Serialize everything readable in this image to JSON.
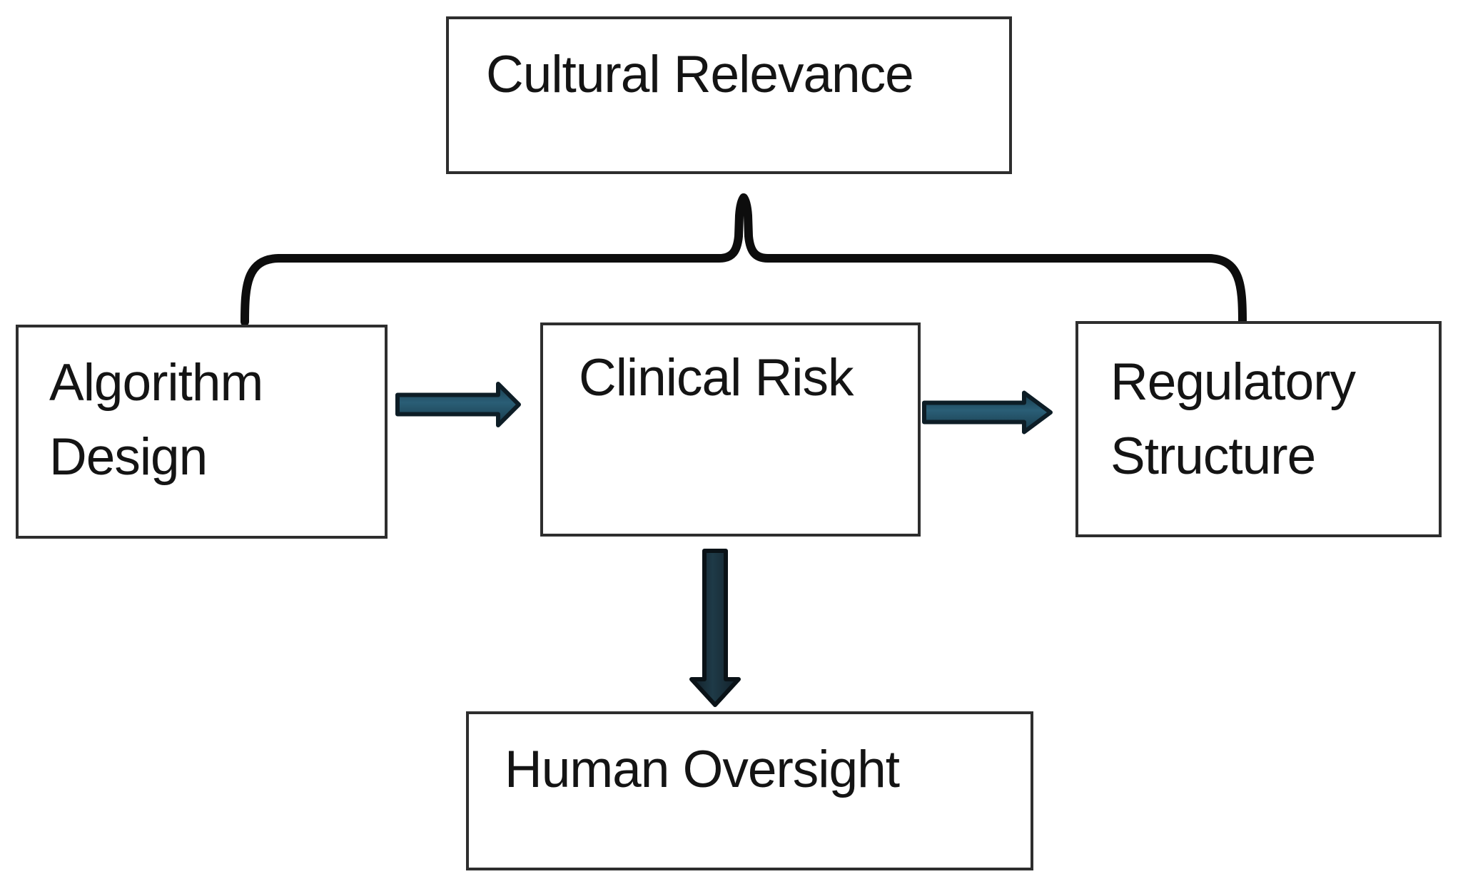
{
  "diagram": {
    "title": "Cultural Relevance governance flowchart",
    "nodes": {
      "cultural_relevance": {
        "label": "Cultural Relevance"
      },
      "algorithm_design": {
        "label": "Algorithm\nDesign"
      },
      "clinical_risk": {
        "label": "Clinical Risk"
      },
      "regulatory_structure": {
        "label": "Regulatory\nStructure"
      },
      "human_oversight": {
        "label": "Human Oversight"
      }
    },
    "connectors": [
      {
        "type": "curly_brace",
        "from": "cultural_relevance",
        "to": [
          "algorithm_design",
          "clinical_risk",
          "regulatory_structure"
        ]
      },
      {
        "type": "arrow",
        "from": "algorithm_design",
        "to": "clinical_risk",
        "direction": "right"
      },
      {
        "type": "arrow",
        "from": "clinical_risk",
        "to": "regulatory_structure",
        "direction": "right"
      },
      {
        "type": "arrow",
        "from": "clinical_risk",
        "to": "human_oversight",
        "direction": "down"
      }
    ]
  },
  "colors": {
    "page_bg": "#ffffff",
    "box_fill": "#ffffff",
    "box_border": "#2e2e2e",
    "text": "#141414",
    "brace": "#0d0d0d",
    "arrow_edge": "#173a4a",
    "arrow_mid": "#2a5e76",
    "arrow_outline": "#0d1d26",
    "down_edge": "#121f28",
    "down_mid": "#1e3a47",
    "down_outline": "#0a1217"
  }
}
